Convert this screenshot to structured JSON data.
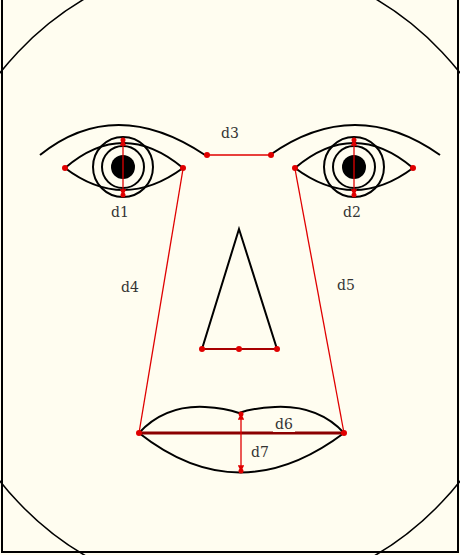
{
  "diagram": {
    "labels": [
      "d1",
      "d2",
      "d3",
      "d4",
      "d5",
      "d6",
      "d7"
    ]
  }
}
